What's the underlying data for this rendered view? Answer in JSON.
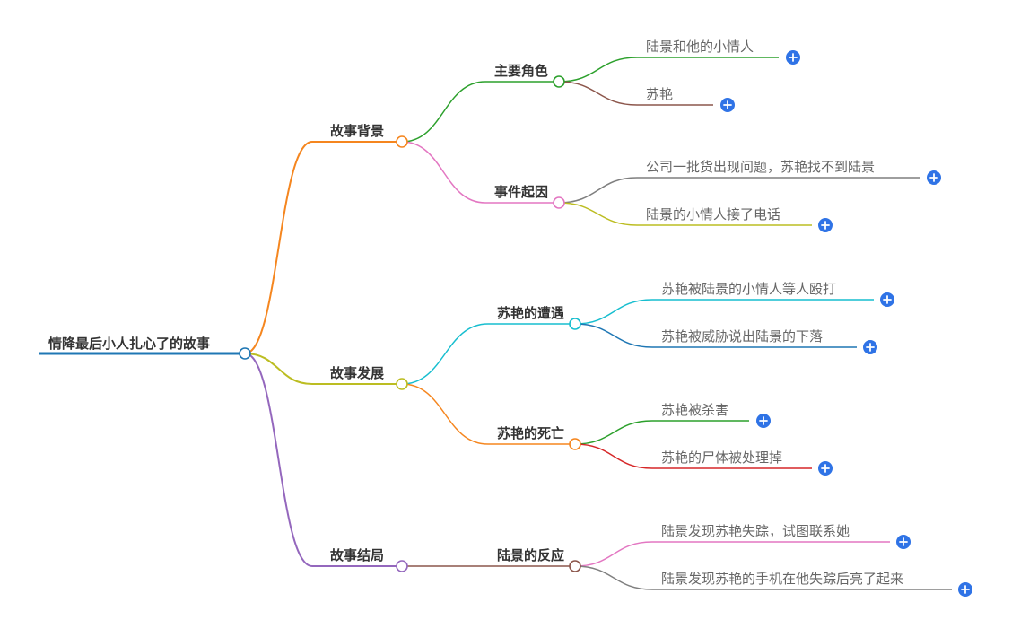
{
  "title": "情降最后小人扎心了的故事",
  "colors": {
    "root": "#1f77b4",
    "expand_button": "#2f73e6",
    "node_fill": "#ffffff"
  },
  "branches": [
    {
      "label": "故事背景",
      "color": "#f5861f",
      "children": [
        {
          "label": "主要角色",
          "color": "#2ca02c",
          "children": [
            {
              "label": "陆景和他的小情人",
              "color": "#2ca02c"
            },
            {
              "label": "苏艳",
              "color": "#8c564b"
            }
          ]
        },
        {
          "label": "事件起因",
          "color": "#e377c2",
          "children": [
            {
              "label": "公司一批货出现问题，苏艳找不到陆景",
              "color": "#7f7f7f"
            },
            {
              "label": "陆景的小情人接了电话",
              "color": "#bcbd22"
            }
          ]
        }
      ]
    },
    {
      "label": "故事发展",
      "color": "#bcbd22",
      "children": [
        {
          "label": "苏艳的遭遇",
          "color": "#17becf",
          "children": [
            {
              "label": "苏艳被陆景的小情人等人殴打",
              "color": "#17becf"
            },
            {
              "label": "苏艳被威胁说出陆景的下落",
              "color": "#1f77b4"
            }
          ]
        },
        {
          "label": "苏艳的死亡",
          "color": "#f5861f",
          "children": [
            {
              "label": "苏艳被杀害",
              "color": "#2ca02c"
            },
            {
              "label": "苏艳的尸体被处理掉",
              "color": "#d62728"
            }
          ]
        }
      ]
    },
    {
      "label": "故事结局",
      "color": "#9467bd",
      "children": [
        {
          "label": "陆景的反应",
          "color": "#8c564b",
          "children": [
            {
              "label": "陆景发现苏艳失踪，试图联系她",
              "color": "#e377c2"
            },
            {
              "label": "陆景发现苏艳的手机在他失踪后亮了起来",
              "color": "#7f7f7f"
            }
          ]
        }
      ]
    }
  ]
}
